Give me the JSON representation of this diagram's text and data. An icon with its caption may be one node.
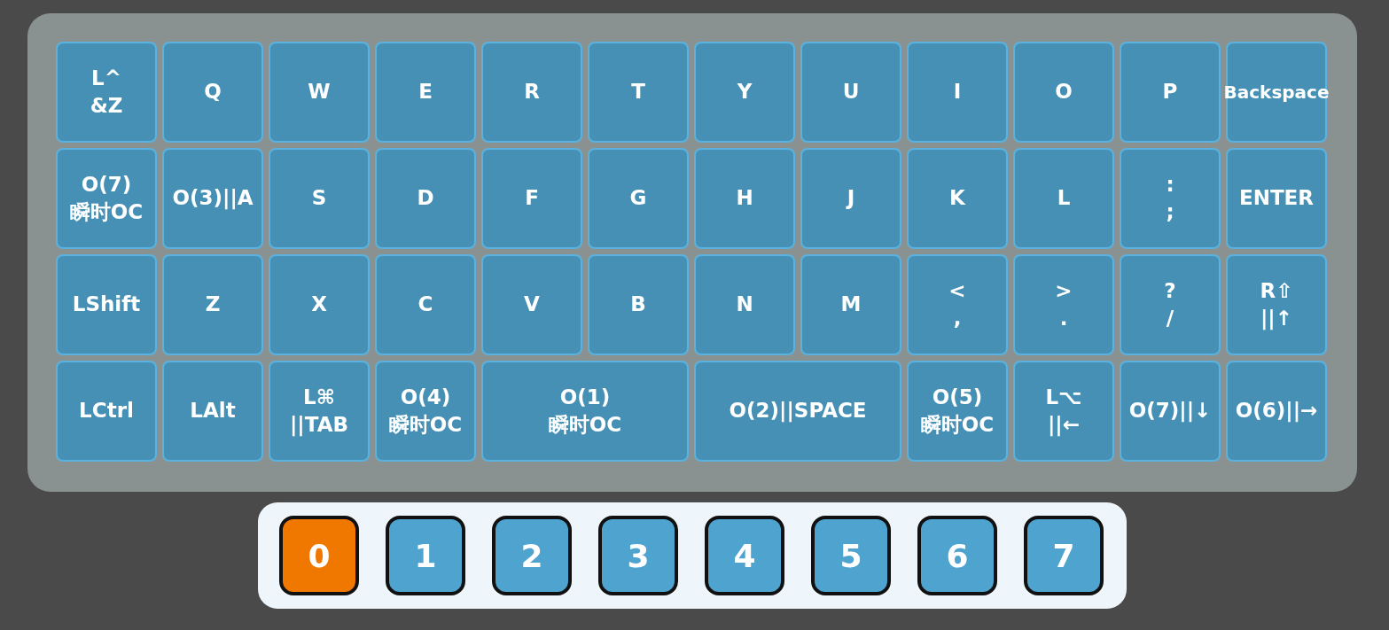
{
  "diagram": {
    "nodes": [
      {
        "text": [
          "L^",
          "&Z"
        ]
      },
      {
        "text": [
          "Q"
        ]
      },
      {
        "text": [
          "W"
        ]
      },
      {
        "text": [
          "E"
        ]
      },
      {
        "text": [
          "R"
        ]
      },
      {
        "text": [
          "T"
        ]
      },
      {
        "text": [
          "Y"
        ]
      },
      {
        "text": [
          "U"
        ]
      },
      {
        "text": [
          "I"
        ]
      },
      {
        "text": [
          "O"
        ]
      },
      {
        "text": [
          "P"
        ]
      },
      {
        "text": [
          "Backspace"
        ]
      },
      {
        "text": [
          "O(7)",
          "瞬时OC"
        ]
      },
      {
        "text": [
          "O(3)||A"
        ]
      },
      {
        "text": [
          "S"
        ]
      },
      {
        "text": [
          "D"
        ]
      },
      {
        "text": [
          "F"
        ]
      },
      {
        "text": [
          "G"
        ]
      },
      {
        "text": [
          "H"
        ]
      },
      {
        "text": [
          "J"
        ]
      },
      {
        "text": [
          "K"
        ]
      },
      {
        "text": [
          "L"
        ]
      },
      {
        "text": [
          ":",
          ";"
        ]
      },
      {
        "text": [
          "ENTER"
        ]
      },
      {
        "text": [
          "LShift"
        ]
      },
      {
        "text": [
          "Z"
        ]
      },
      {
        "text": [
          "X"
        ]
      },
      {
        "text": [
          "C"
        ]
      },
      {
        "text": [
          "V"
        ]
      },
      {
        "text": [
          "B"
        ]
      },
      {
        "text": [
          "N"
        ]
      },
      {
        "text": [
          "M"
        ]
      },
      {
        "text": [
          "<",
          ","
        ]
      },
      {
        "text": [
          ">",
          "."
        ]
      },
      {
        "text": [
          "?",
          "/"
        ]
      },
      {
        "text": [
          "R⇧",
          "||↑"
        ]
      },
      {
        "text": [
          "LCtrl"
        ]
      },
      {
        "text": [
          "LAlt"
        ]
      },
      {
        "text": [
          "L⌘",
          "||TAB"
        ]
      },
      {
        "text": [
          "O(4)",
          "瞬时OC"
        ]
      },
      {
        "text": [
          "O(1)",
          "瞬时OC"
        ]
      },
      {
        "text": [
          "O(2)||SPACE"
        ]
      },
      {
        "text": [
          "O(5)",
          "瞬时OC"
        ]
      },
      {
        "text": [
          "L⌥",
          "||←"
        ]
      },
      {
        "text": [
          "O(7)||↓"
        ]
      },
      {
        "text": [
          "O(6)||→"
        ]
      },
      {
        "text": [
          "0"
        ]
      },
      {
        "text": [
          "1"
        ]
      },
      {
        "text": [
          "2"
        ]
      },
      {
        "text": [
          "3"
        ]
      },
      {
        "text": [
          "4"
        ]
      },
      {
        "text": [
          "5"
        ]
      },
      {
        "text": [
          "6"
        ]
      },
      {
        "text": [
          "7"
        ]
      }
    ],
    "edges": []
  }
}
